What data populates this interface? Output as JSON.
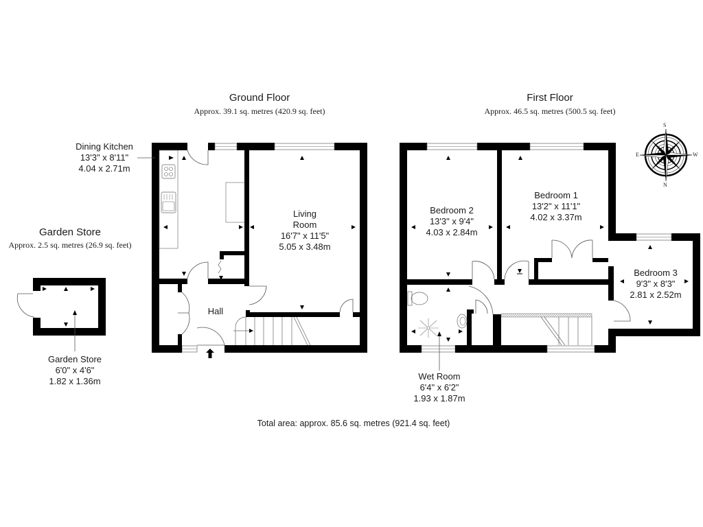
{
  "colors": {
    "wall": "#000000",
    "background": "#ffffff",
    "text": "#1a1a1a",
    "line": "#555555"
  },
  "ground_floor": {
    "title": "Ground Floor",
    "area": "Approx. 39.1 sq. metres (420.9 sq. feet)",
    "rooms": [
      {
        "name": "Dining Kitchen",
        "imperial": "13'3\" x 8'11\"",
        "metric": "4.04 x 2.71m"
      },
      {
        "name_line1": "Living",
        "name_line2": "Room",
        "imperial": "16'7\" x 11'5\"",
        "metric": "5.05 x 3.48m"
      },
      {
        "name": "Hall"
      }
    ]
  },
  "first_floor": {
    "title": "First Floor",
    "area": "Approx. 46.5 sq. metres (500.5 sq. feet)",
    "rooms": [
      {
        "name": "Bedroom 2",
        "imperial": "13'3\" x 9'4\"",
        "metric": "4.03 x 2.84m"
      },
      {
        "name": "Bedroom 1",
        "imperial": "13'2\" x 11'1\"",
        "metric": "4.02 x 3.37m"
      },
      {
        "name": "Bedroom 3",
        "imperial": "9'3\" x 8'3\"",
        "metric": "2.81 x 2.52m"
      },
      {
        "name": "Wet Room",
        "imperial": "6'4\" x 6'2\"",
        "metric": "1.93 x 1.87m"
      }
    ]
  },
  "garden_store": {
    "title": "Garden Store",
    "area": "Approx. 2.5 sq. metres (26.9 sq. feet)",
    "room": {
      "name": "Garden Store",
      "imperial": "6'0\" x 4'6\"",
      "metric": "1.82 x 1.36m"
    }
  },
  "compass": {
    "top": "S",
    "bottom": "N",
    "left": "E",
    "right": "W"
  },
  "total_area": "Total area: approx. 85.6 sq. metres (921.4 sq. feet)"
}
